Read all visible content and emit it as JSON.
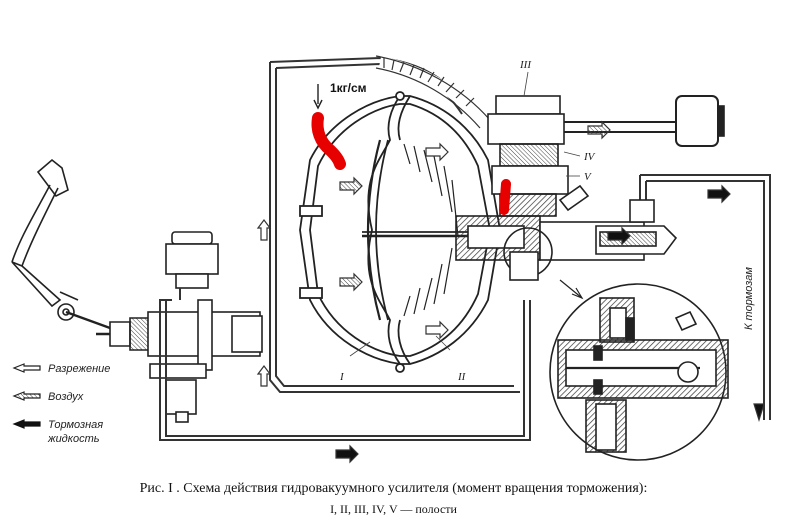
{
  "figure": {
    "annotation": "1кг/см",
    "roman_labels": {
      "I": "I",
      "II": "II",
      "III": "III",
      "IV": "IV",
      "V": "V"
    },
    "pipe_label": "К тормозам",
    "legend": [
      {
        "key": "vacuum",
        "text": "Разрежение"
      },
      {
        "key": "air",
        "text": "Воздух"
      },
      {
        "key": "fluid",
        "text": "Тормозная жидкость"
      }
    ],
    "legend_fluid_line1": "Тормозная",
    "legend_fluid_line2": "жидкость",
    "caption_line1": "Рис. I   . Схема действия гидровакуумного усилителя (момент вращения торможения):",
    "caption_line2": "I, II, III, IV, V — полости",
    "colors": {
      "ink": "#222222",
      "highlight": "#e60000",
      "background": "#ffffff"
    }
  }
}
